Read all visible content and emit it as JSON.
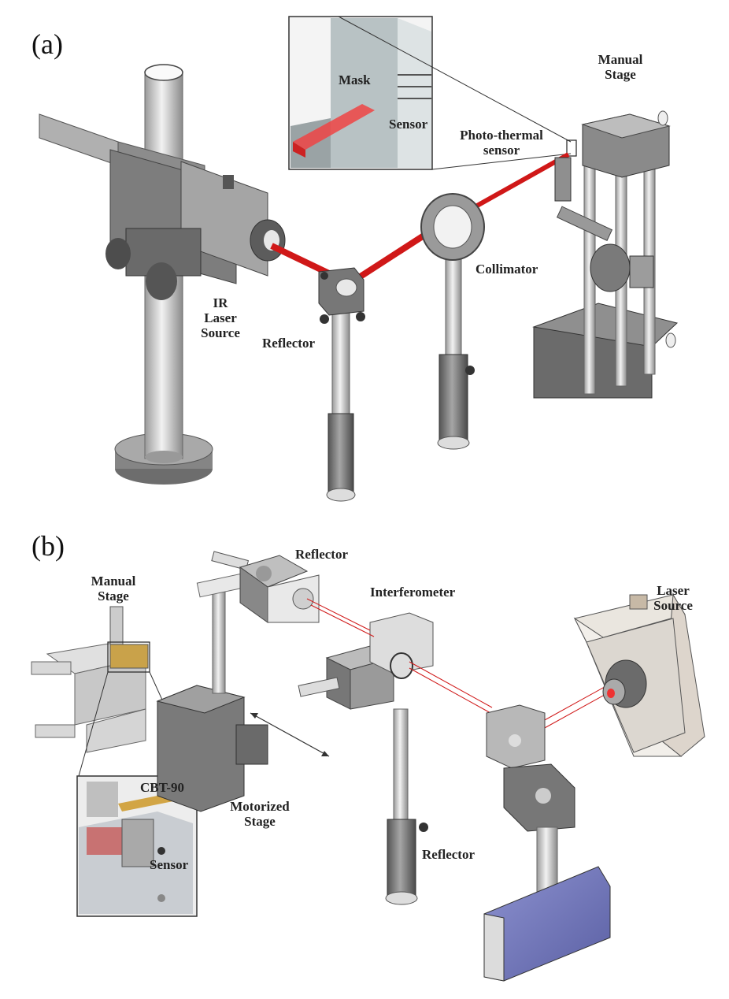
{
  "panels": {
    "a": "(a)",
    "b": "(b)"
  },
  "labels_a": {
    "mask": "Mask",
    "sensor": "Sensor",
    "manual_stage_1": "Manual",
    "manual_stage_2": "Stage",
    "photothermal_1": "Photo-thermal",
    "photothermal_2": "sensor",
    "collimator": "Collimator",
    "ir_1": "IR",
    "ir_2": "Laser",
    "ir_3": "Source",
    "reflector": "Reflector"
  },
  "labels_b": {
    "reflector_top": "Reflector",
    "interferometer": "Interferometer",
    "laser_1": "Laser",
    "laser_2": "Source",
    "manual_stage_1": "Manual",
    "manual_stage_2": "Stage",
    "cbt90": "CBT-90",
    "sensor": "Sensor",
    "motorized_1": "Motorized",
    "motorized_2": "Stage",
    "reflector_bottom": "Reflector"
  },
  "colors": {
    "laser_beam": "#d01818",
    "metal_light": "#e6e6e6",
    "metal_mid": "#b5b5b5",
    "metal_dark": "#7c7c7c",
    "housing": "#ece6e0",
    "motor_base": "#6f74b8"
  }
}
